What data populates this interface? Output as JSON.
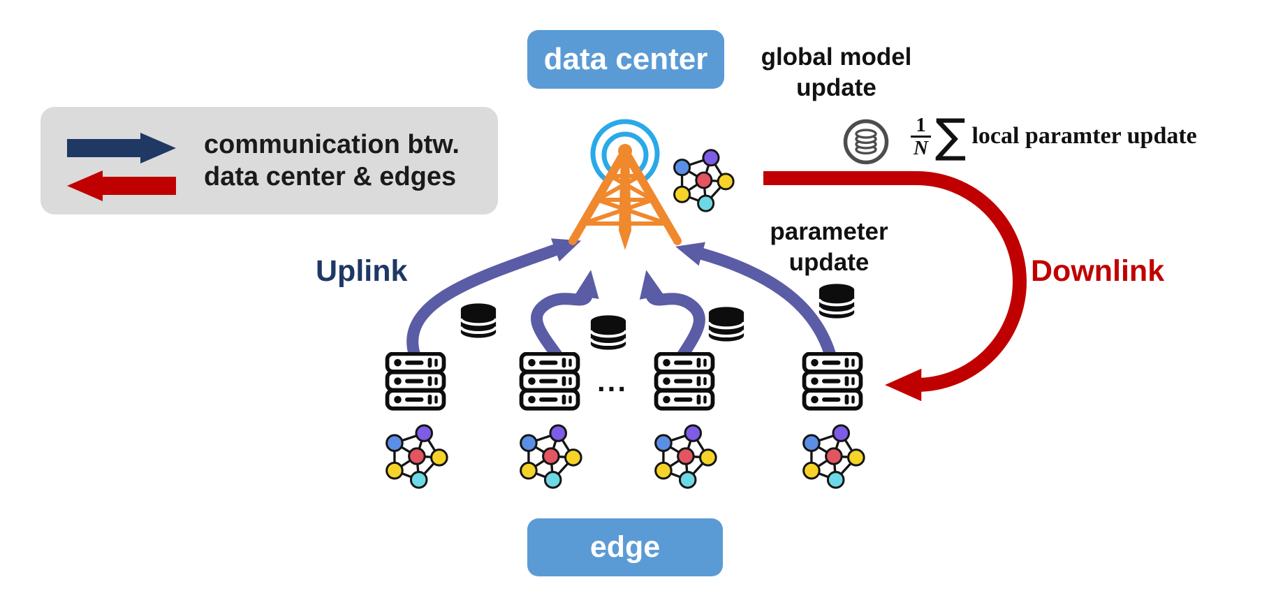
{
  "boxes": {
    "data_center": "data center",
    "edge": "edge"
  },
  "legend": {
    "line1": "communication btw.",
    "line2": "data center & edges"
  },
  "labels": {
    "uplink": "Uplink",
    "downlink": "Downlink"
  },
  "annotations": {
    "global_line1": "global model",
    "global_line2": "update",
    "param_line1": "parameter",
    "param_line2": "update",
    "ellipsis": "..."
  },
  "formula": {
    "numerator": "1",
    "denominator": "N",
    "sigma": "∑",
    "text": "local paramter update"
  },
  "colors": {
    "box_blue": "#5B9BD5",
    "legend_bg": "#DBDBDB",
    "navy": "#1F3864",
    "red": "#C00000",
    "uplink_arrow": "#5A5CA5",
    "tower_orange": "#F0882D",
    "signal_blue": "#2AA9E9",
    "nn_purple": "#7E5CE5",
    "nn_blue": "#5B8EE5",
    "nn_red": "#E25561",
    "nn_yellow": "#F5D329",
    "nn_cyan": "#6ED9E6",
    "gray_db": "#4D4D4D",
    "ink": "#111111"
  },
  "icons": {
    "radio_tower": "radio-tower-icon",
    "signal_waves": "signal-waves-icon",
    "neural_network": "neural-network-icon",
    "server_rack": "server-rack-icon",
    "database": "database-icon",
    "global_model_database": "global-model-database-icon",
    "uplink_arrow": "curved-arrow-up",
    "downlink_arrow": "curved-arrow-down",
    "legend_right_arrow": "block-arrow-right",
    "legend_left_arrow": "block-arrow-left"
  },
  "counts": {
    "edge_servers_shown": 4,
    "local_models_shown": 4
  }
}
